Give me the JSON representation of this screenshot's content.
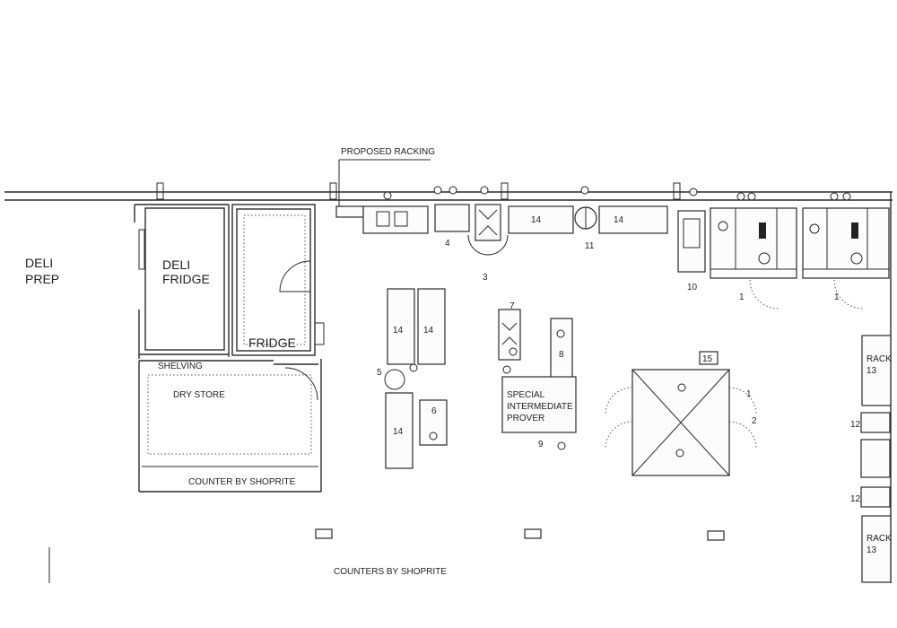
{
  "labels": {
    "proposed_racking": "PROPOSED RACKING",
    "deli_prep": [
      "DELI",
      "PREP"
    ],
    "deli_fridge": [
      "DELI",
      "FRIDGE"
    ],
    "fridge": "FRIDGE",
    "shelving": "SHELVING",
    "dry_store": "DRY STORE",
    "counter_shoprite": "COUNTER BY SHOPRITE",
    "counters_shoprite": "COUNTERS BY SHOPRITE",
    "special_prover": [
      "SPECIAL",
      "INTERMEDIATE",
      "PROVER"
    ],
    "rack_top": [
      "RACK",
      "13"
    ],
    "rack_bottom": [
      "RACK",
      "13"
    ]
  },
  "numbers": {
    "n1a": "1",
    "n1b": "1",
    "n1c": "1",
    "n2": "2",
    "n3": "3",
    "n4": "4",
    "n5": "5",
    "n6": "6",
    "n7": "7",
    "n8": "8",
    "n9": "9",
    "n10": "10",
    "n11": "11",
    "n12a": "12",
    "n12b": "12",
    "n14a": "14",
    "n14b": "14",
    "n14c": "14",
    "n14d": "14",
    "n14e": "14",
    "n15": "15"
  }
}
